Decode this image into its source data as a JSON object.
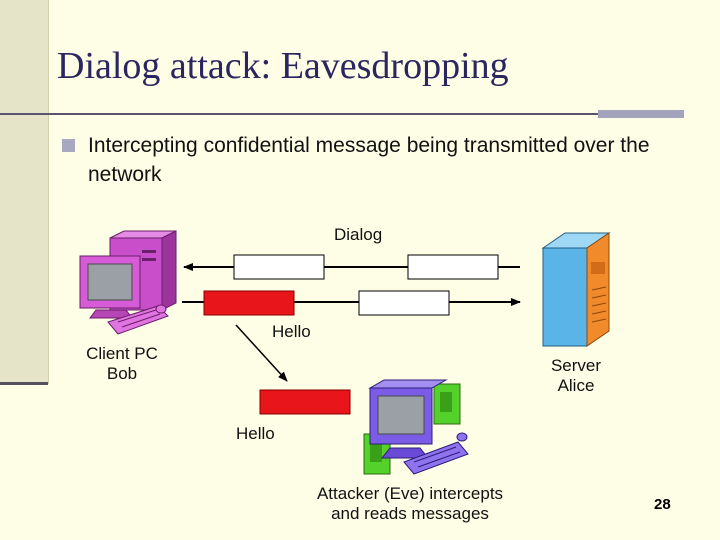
{
  "slide": {
    "title": "Dialog attack: Eavesdropping",
    "bullet": "Intercepting confidential message being transmitted over the network",
    "page_number": "28"
  },
  "diagram": {
    "dialog_label": "Dialog",
    "hello_top_label": "Hello",
    "hello_bottom_label": "Hello",
    "client_label_line1": "Client PC",
    "client_label_line2": "Bob",
    "server_label_line1": "Server",
    "server_label_line2": "Alice",
    "attacker_label_line1": "Attacker (Eve) intercepts",
    "attacker_label_line2": "and reads messages"
  },
  "colors": {
    "title": "#2b2560",
    "background": "#fefde6",
    "intercepted_message": "#e8151b",
    "client_pc": "#d65bd6",
    "attacker_pc": "#7b5ce6",
    "attacker_tower": "#55d12b",
    "server": "#5ab4e8"
  }
}
